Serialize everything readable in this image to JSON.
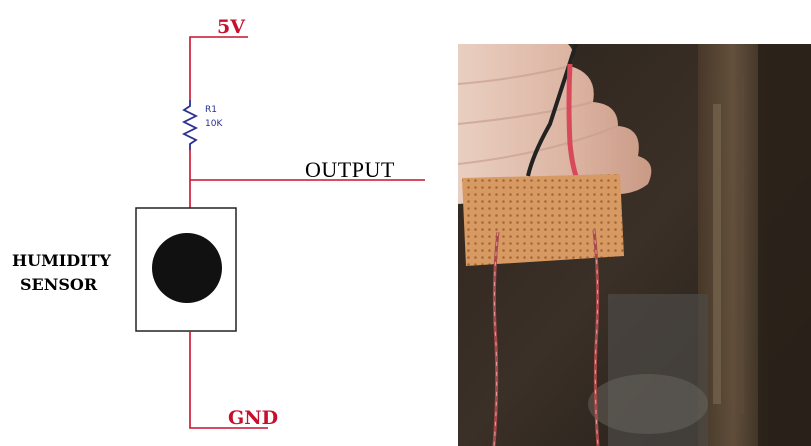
{
  "schematic": {
    "supply_label": "5V",
    "resistor_ref": "R1",
    "resistor_value": "10K",
    "output_label": "OUTPUT",
    "sensor_label_line1": "HUMIDITY",
    "sensor_label_line2": "SENSOR",
    "ground_label": "GND",
    "colors": {
      "wire": "#c8102e",
      "resistor": "#2b2f8f",
      "sensor_body": "#111111"
    }
  },
  "photo": {
    "subject": "homemade perfboard humidity sensor held in hand with two red wires and two copper leads"
  }
}
